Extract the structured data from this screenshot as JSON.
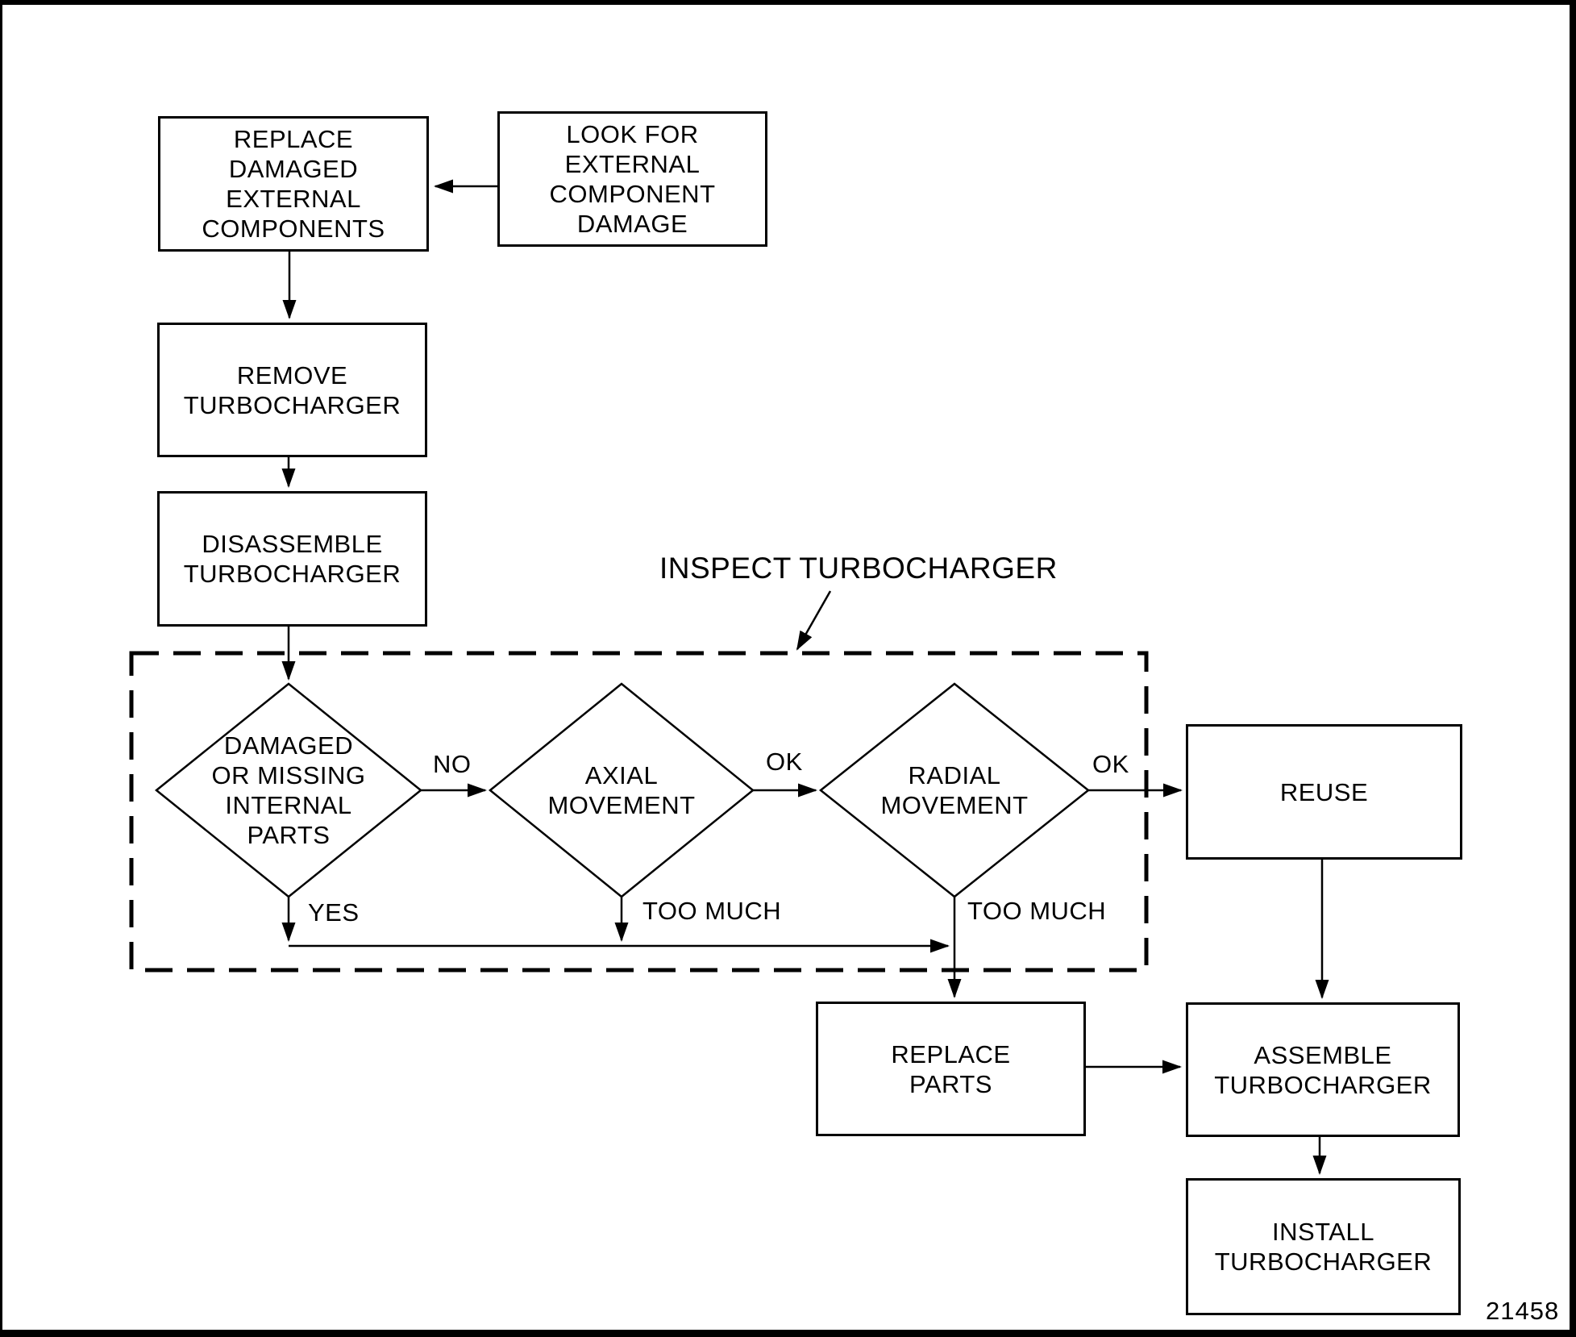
{
  "figure": {
    "number": "21458"
  },
  "region": {
    "inspect_label": "INSPECT TURBOCHARGER"
  },
  "nodes": {
    "look_for": {
      "label": "LOOK FOR\nEXTERNAL\nCOMPONENT\nDAMAGE"
    },
    "replace_damaged": {
      "label": "REPLACE\nDAMAGED\nEXTERNAL\nCOMPONENTS"
    },
    "remove": {
      "label": "REMOVE\nTURBOCHARGER"
    },
    "disassemble": {
      "label": "DISASSEMBLE\nTURBOCHARGER"
    },
    "reuse": {
      "label": "REUSE"
    },
    "replace_parts": {
      "label": "REPLACE\nPARTS"
    },
    "assemble": {
      "label": "ASSEMBLE\nTURBOCHARGER"
    },
    "install": {
      "label": "INSTALL\nTURBOCHARGER"
    }
  },
  "decisions": {
    "internal_parts": {
      "label": "DAMAGED\nOR MISSING\nINTERNAL\nPARTS"
    },
    "axial": {
      "label": "AXIAL\nMOVEMENT"
    },
    "radial": {
      "label": "RADIAL\nMOVEMENT"
    }
  },
  "edge_labels": {
    "no": "NO",
    "ok_axial": "OK",
    "ok_radial": "OK",
    "yes": "YES",
    "too_much_axial": "TOO MUCH",
    "too_much_radial": "TOO MUCH"
  },
  "colors": {
    "ink": "#000000",
    "paper": "#ffffff"
  }
}
